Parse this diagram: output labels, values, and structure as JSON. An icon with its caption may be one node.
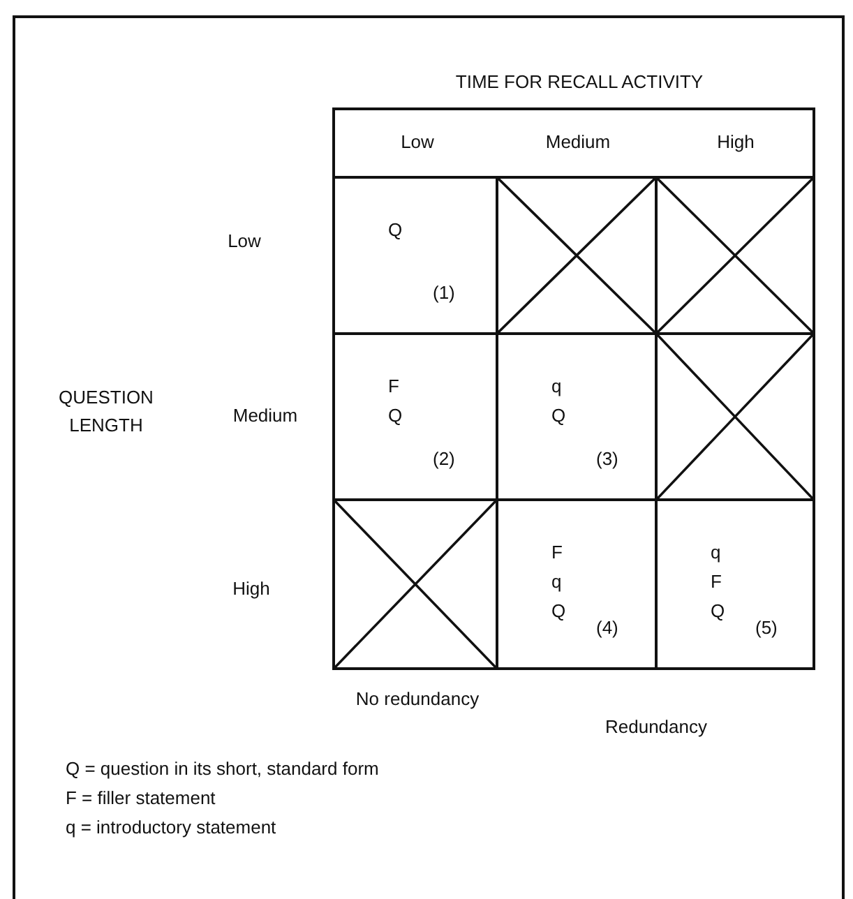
{
  "diagram": {
    "nodes": [
      {
        "text": [
          "Low",
          "Medium",
          "High"
        ]
      },
      {
        "text": [
          "Q",
          "(1)"
        ]
      },
      {
        "text": [],
        "shape": "box"
      },
      {
        "text": [],
        "shape": "box"
      },
      {
        "text": [
          "F Q",
          "(2)"
        ]
      },
      {
        "text": [
          "q Q",
          "(3)"
        ]
      },
      {
        "text": [],
        "shape": "box"
      },
      {
        "text": [],
        "shape": "box"
      },
      {
        "text": [
          "F q Q",
          "(4)"
        ]
      },
      {
        "text": [
          "q F Q",
          "(5)"
        ]
      }
    ],
    "labels": [
      "TIME FOR RECALL ACTIVITY",
      "Low",
      "QUESTION LENGTH",
      "Medium",
      "High",
      "No redundancy",
      "Redundancy",
      "Q = question in its short, standard form",
      "F = filler statement",
      "q = introductory statement"
    ]
  }
}
